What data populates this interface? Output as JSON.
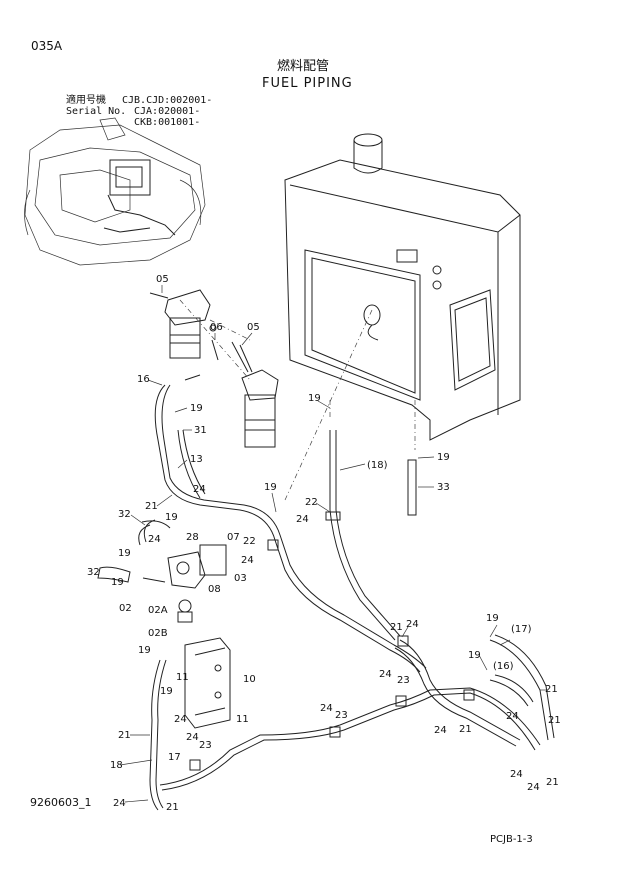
{
  "page_code": "035A",
  "title_jp": "燃料配管",
  "title_en": "FUEL PIPING",
  "serial": {
    "label_jp": "適用号機",
    "label_en": "Serial No.",
    "lines": [
      "CJB.CJD:002001-",
      "CJA:020001-",
      "CKB:001001-"
    ]
  },
  "figure_number": "9260603_1",
  "page_ref": "PCJB-1-3",
  "callouts": [
    "05",
    "05",
    "06",
    "16",
    "19",
    "31",
    "13",
    "21",
    "24",
    "19",
    "32",
    "19",
    "28",
    "07",
    "22",
    "24",
    "32",
    "19",
    "08",
    "03",
    "02",
    "02A",
    "02B",
    "19",
    "11",
    "10",
    "19",
    "24",
    "11",
    "21",
    "18",
    "24",
    "23",
    "17",
    "24",
    "21",
    "19",
    "18",
    "19",
    "33",
    "22",
    "24",
    "21",
    "24",
    "24",
    "23",
    "24",
    "23",
    "24",
    "21",
    "24",
    "19",
    "17",
    "19",
    "16",
    "21",
    "24",
    "21",
    "24",
    "24",
    "21"
  ]
}
